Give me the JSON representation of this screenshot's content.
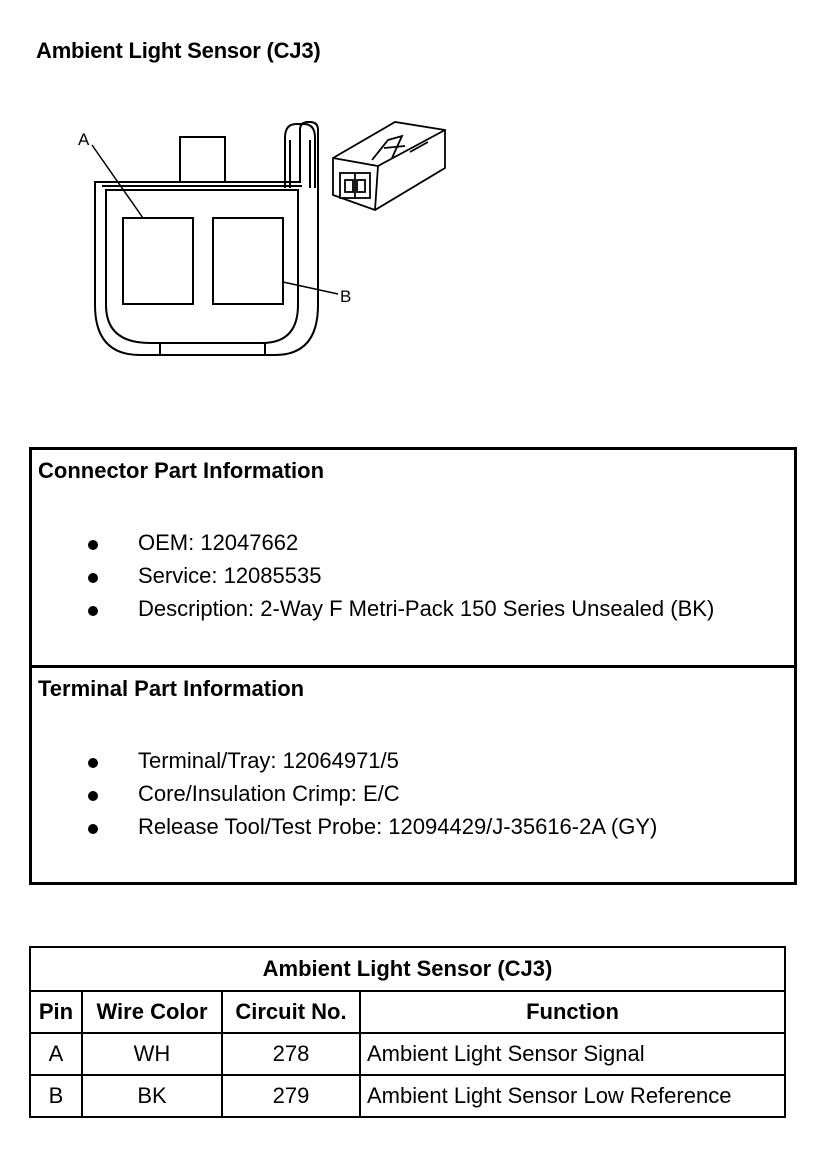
{
  "title": "Ambient Light Sensor (CJ3)",
  "diagram": {
    "label_a": "A",
    "label_b": "B"
  },
  "connector_info": {
    "heading": "Connector Part Information",
    "items": [
      "OEM: 12047662",
      "Service: 12085535",
      "Description: 2-Way F Metri-Pack 150 Series Unsealed (BK)"
    ]
  },
  "terminal_info": {
    "heading": "Terminal Part Information",
    "items": [
      "Terminal/Tray: 12064971/5",
      "Core/Insulation Crimp: E/C",
      "Release Tool/Test Probe: 12094429/J-35616-2A (GY)"
    ]
  },
  "pin_table": {
    "caption": "Ambient Light Sensor (CJ3)",
    "headers": [
      "Pin",
      "Wire Color",
      "Circuit No.",
      "Function"
    ],
    "rows": [
      [
        "A",
        "WH",
        "278",
        "Ambient Light Sensor Signal"
      ],
      [
        "B",
        "BK",
        "279",
        "Ambient Light Sensor Low Reference"
      ]
    ]
  }
}
